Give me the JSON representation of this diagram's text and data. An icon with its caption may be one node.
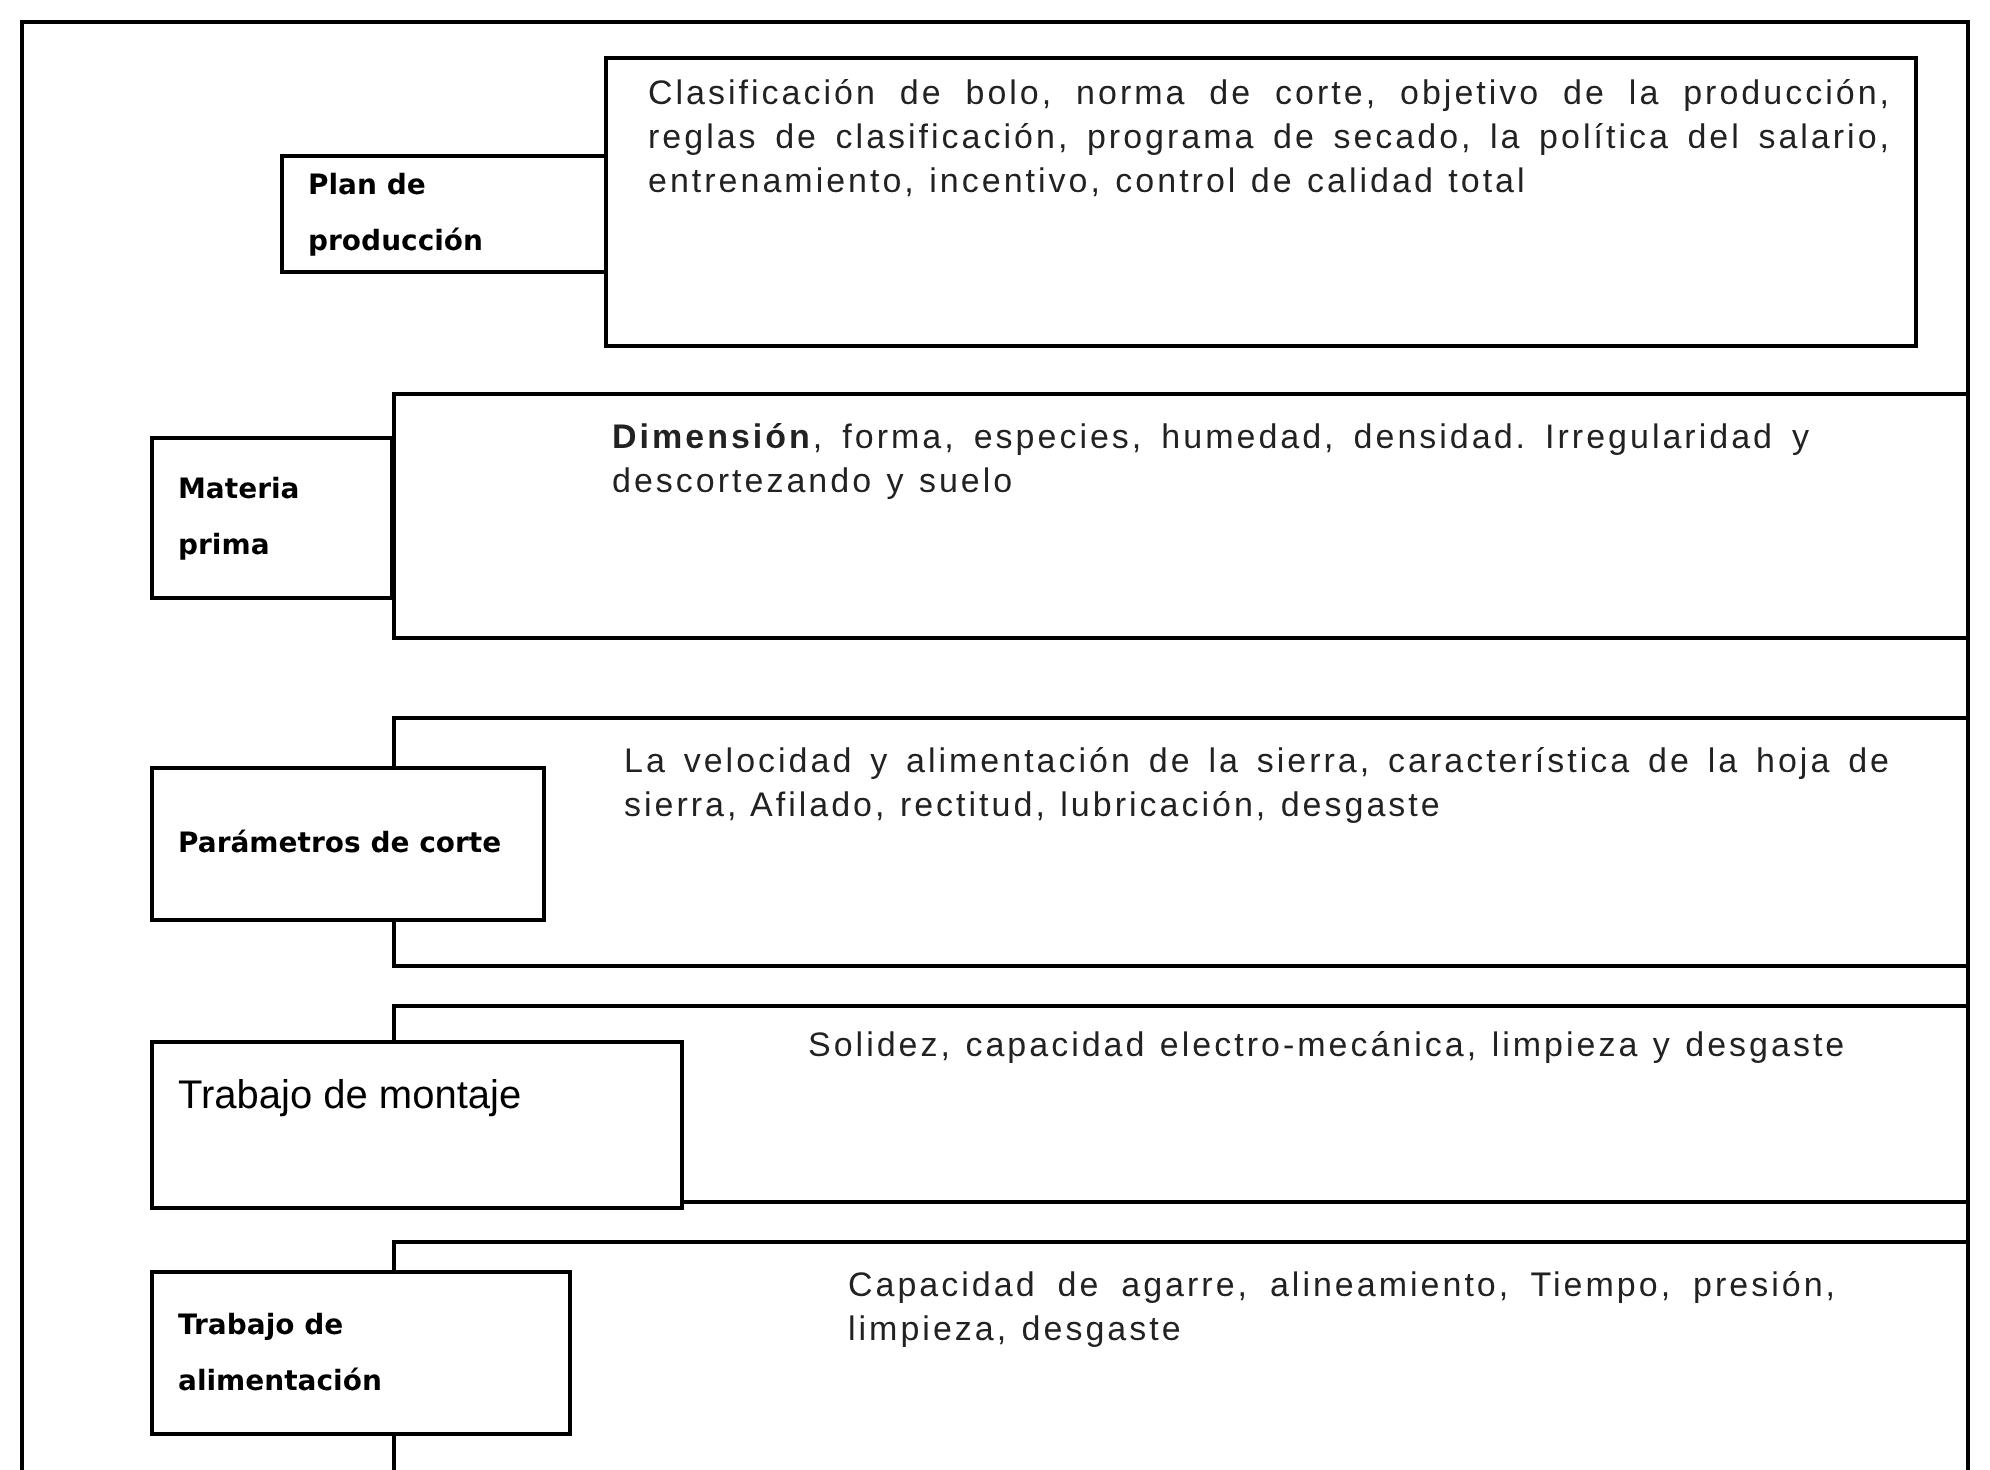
{
  "diagram": {
    "nodes": [
      {
        "text": [
          "Plan de producción"
        ]
      },
      {
        "text": [
          "Clasificación de bolo, norma de corte, objetivo de la producción, reglas de clasificación, programa de secado, la política del salario, entrenamiento, incentivo, control de calidad total"
        ]
      },
      {
        "text": [
          "Materia prima"
        ]
      },
      {
        "text": [
          "**Dimensión**, forma, especies, humedad, densidad. Irregularidad y descortezando y suelo"
        ]
      },
      {
        "text": [
          "Parámetros de corte"
        ]
      },
      {
        "text": [
          "La velocidad y alimentación de la sierra, característica de la hoja de sierra, Afilado, rectitud, lubricación, desgaste"
        ]
      },
      {
        "text": [
          "Trabajo de montaje"
        ]
      },
      {
        "text": [
          "Solidez, capacidad electro-mecánica, limpieza y desgaste"
        ]
      },
      {
        "text": [
          "Trabajo de alimentación"
        ]
      },
      {
        "text": [
          "Capacidad de agarre, alineamiento, Tiempo, presión, limpieza, desgaste"
        ]
      }
    ]
  }
}
